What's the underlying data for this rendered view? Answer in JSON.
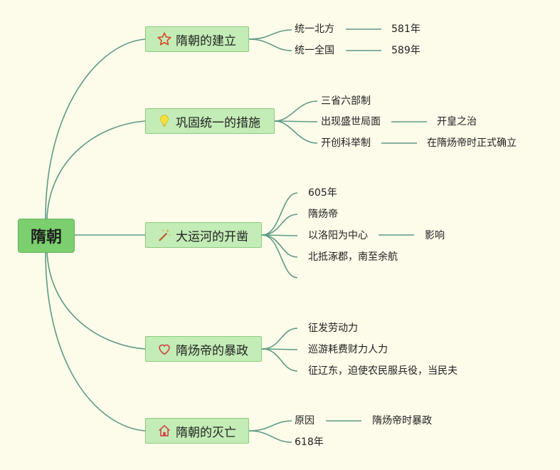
{
  "root": {
    "title": "隋朝"
  },
  "topics": [
    {
      "label": "隋朝的建立",
      "icon": "star-icon",
      "items": [
        {
          "label": "统一北方",
          "detail": "581年"
        },
        {
          "label": "统一全国",
          "detail": "589年"
        }
      ]
    },
    {
      "label": "巩固统一的措施",
      "icon": "lightbulb-icon",
      "items": [
        {
          "label": "三省六部制"
        },
        {
          "label": "出现盛世局面",
          "detail": "开皇之治"
        },
        {
          "label": "开创科举制",
          "detail": "在隋炀帝时正式确立"
        }
      ]
    },
    {
      "label": "大运河的开凿",
      "icon": "magic-wand-icon",
      "items": [
        {
          "label": "605年"
        },
        {
          "label": "隋炀帝"
        },
        {
          "label": "以洛阳为中心",
          "detail": "影响"
        },
        {
          "label": "北抵涿郡，南至余航"
        },
        {
          "label": ""
        }
      ]
    },
    {
      "label": "隋炀帝的暴政",
      "icon": "heart-icon",
      "items": [
        {
          "label": "征发劳动力"
        },
        {
          "label": "巡游耗费财力人力"
        },
        {
          "label": "征辽东，迫使农民服兵役，当民夫"
        }
      ]
    },
    {
      "label": "隋朝的灭亡",
      "icon": "house-icon",
      "items": [
        {
          "label": "原因",
          "detail": "隋炀帝时暴政"
        },
        {
          "label": "618年"
        }
      ]
    }
  ],
  "colors": {
    "background": "#fdfbe9",
    "root_fill": "#7ccf6e",
    "topic_fill": "#c3ecb6",
    "line": "#5e9a88"
  }
}
